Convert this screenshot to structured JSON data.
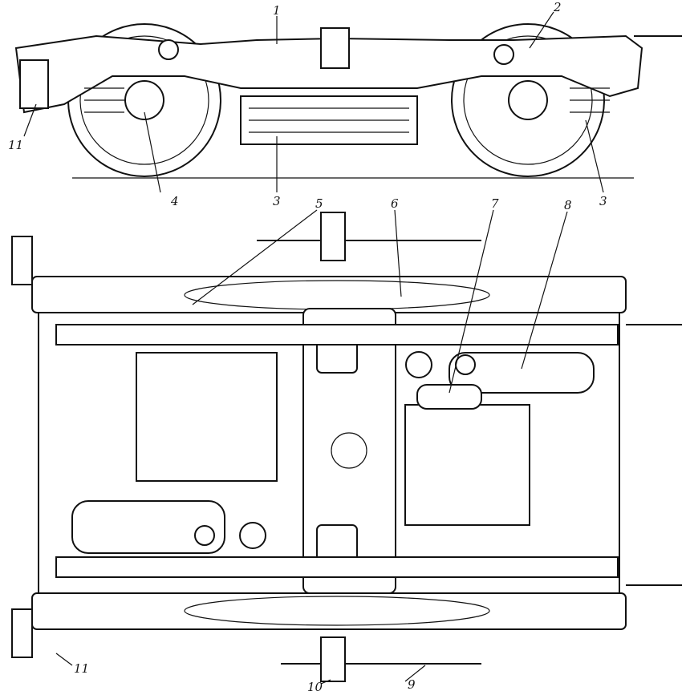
{
  "figure": {
    "side_view_labels": {
      "l1": "1",
      "l2": "2",
      "l11_top": "11",
      "l4": "4",
      "l3_left": "3",
      "l3_right": "3"
    },
    "plan_view_labels": {
      "l5": "5",
      "l6": "6",
      "l7": "7",
      "l8": "8",
      "l11_bottom": "11",
      "l10": "10",
      "l9": "9"
    }
  }
}
